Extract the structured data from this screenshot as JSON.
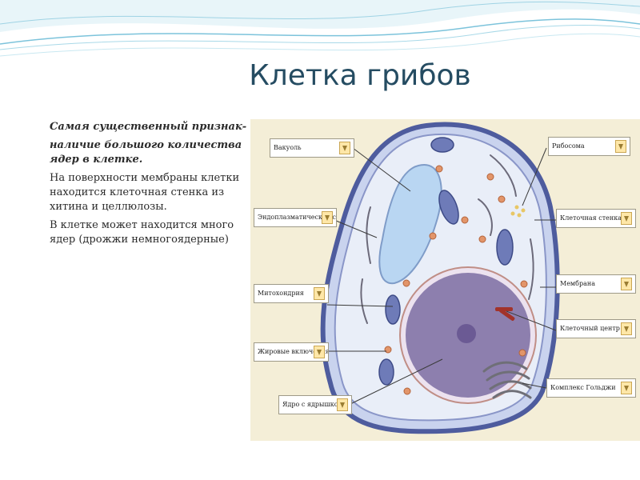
{
  "slide": {
    "title": "Клетка грибов"
  },
  "text": {
    "lines_bold": [
      "Самая существенный признак-",
      "наличие большого количества ядер в клетке."
    ],
    "para1": "На поверхности мембраны клетки находится клеточная стенка из хитина и целлюлозы.",
    "para2": "В клетке может находится много ядер (дрожжи немногоядерные)"
  },
  "diagram": {
    "labels": {
      "vacuole": "Вакуоль",
      "er": "Эндоплазматическая сеть",
      "mitochondria": "Митохондрия",
      "lipid": "Жировые включения",
      "nucleus": "Ядро с ядрышком",
      "ribosome": "Рибосома",
      "cell_wall": "Клеточная стенка",
      "membrane": "Мембрана",
      "centrosome": "Клеточный центр",
      "golgi": "Комплекс Гольджи"
    }
  },
  "colors": {
    "title": "#254c62",
    "wall": "#5966a8",
    "cytoplasm": "#e9eef8",
    "nucleus": "#8d7fae",
    "accent_wave": "#a9d9e8"
  }
}
